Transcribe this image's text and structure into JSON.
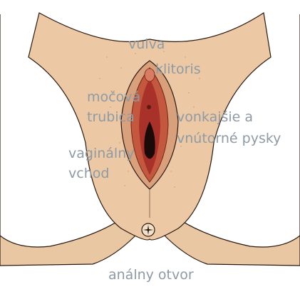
{
  "colors": {
    "skin": "#e9c7a2",
    "skin_shadow": "#d3a57e",
    "outline": "#2a1a12",
    "labia": "#c4583f",
    "inner": "#a8322a",
    "label_text": "#8e9aa4"
  },
  "labels": {
    "vulva": "vulva",
    "klitoris": "klitoris",
    "mocova_trubica": [
      "močová",
      "trubica"
    ],
    "vonkajsie_pysky": [
      "vonkajšie a",
      "vnútorné pysky"
    ],
    "vaginalny_vchod": [
      "vaginálny",
      "vchod"
    ],
    "analny_otvor": "análny otvor"
  }
}
